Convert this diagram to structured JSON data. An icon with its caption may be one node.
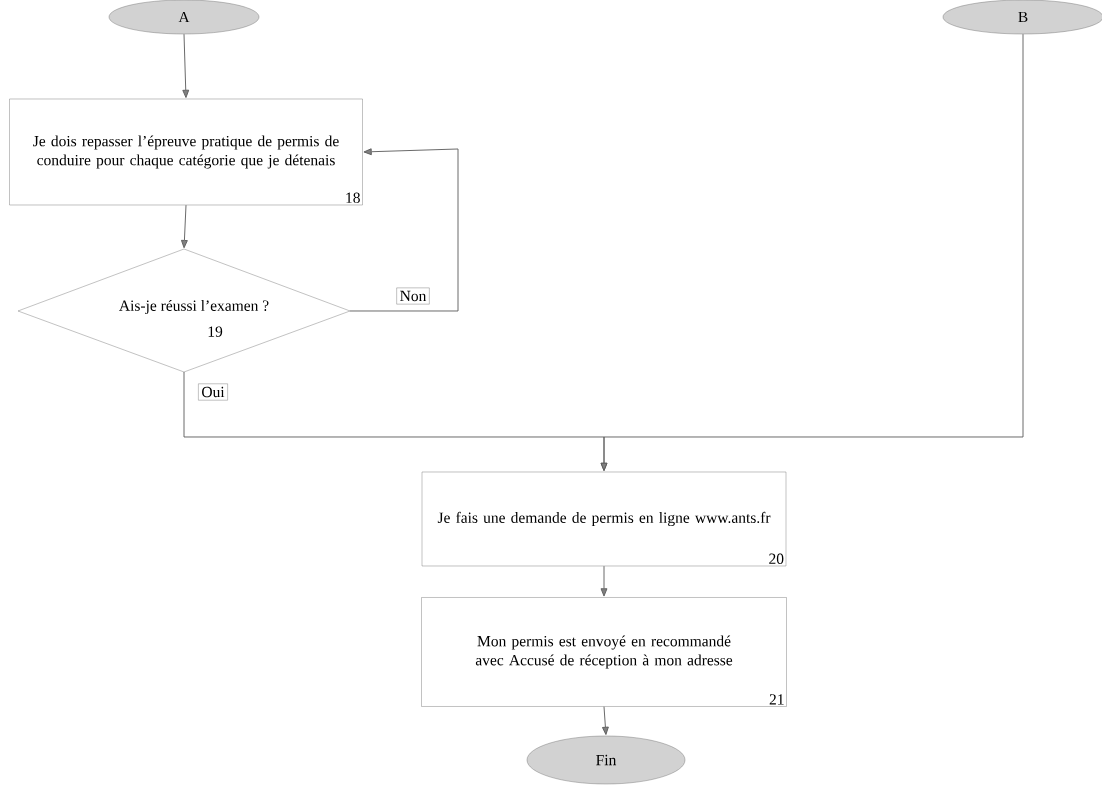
{
  "diagram": {
    "nodes": [
      {
        "text": [
          "A"
        ]
      },
      {
        "text": [
          "B"
        ]
      },
      {
        "text": [
          "Je dois repasser l’épreuve pratique de permis de conduire pour chaque catégorie que je détenais",
          "18"
        ]
      },
      {
        "text": [
          "Ais-je réussi l’examen ?",
          "19"
        ]
      },
      {
        "text": [
          "Je fais une demande de permis en ligne www.ants.fr",
          "20"
        ]
      },
      {
        "text": [
          "Mon permis est envoyé en recommandé avec Accusé de réception à mon adresse",
          "21"
        ]
      },
      {
        "text": [
          "Fin"
        ]
      }
    ],
    "edges": [
      {
        "from": 0,
        "to": 2,
        "arrow": "to"
      },
      {
        "from": 2,
        "to": 3,
        "arrow": "to"
      },
      {
        "from": 3,
        "to": 2,
        "arrow": "to",
        "label": "Non"
      },
      {
        "from": 3,
        "to": 4,
        "arrow": "to",
        "label": "Oui"
      },
      {
        "from": 1,
        "to": 4,
        "arrow": "to"
      },
      {
        "from": 4,
        "to": 5,
        "arrow": "to"
      },
      {
        "from": 5,
        "to": 6,
        "arrow": "to"
      }
    ]
  }
}
